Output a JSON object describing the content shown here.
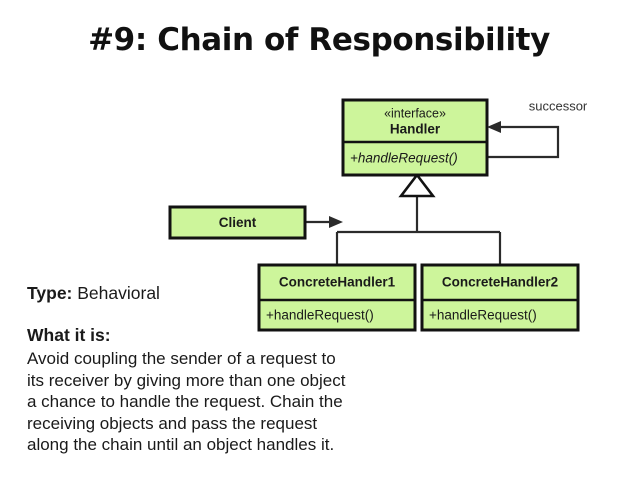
{
  "slide": {
    "title": "#9: Chain of Responsibility",
    "background_color": "#ffffff"
  },
  "diagram": {
    "type": "uml-class-diagram",
    "fill_color": "#cdf59b",
    "border_color": "#121212",
    "classes": [
      {
        "id": "client",
        "name": "Client",
        "stereotype": "",
        "operations": []
      },
      {
        "id": "handler",
        "stereotype": "«interface»",
        "name": "Handler",
        "operations": [
          "+handleRequest()"
        ]
      },
      {
        "id": "concrete-handler-1",
        "stereotype": "",
        "name": "ConcreteHandler1",
        "operations": [
          "+handleRequest()"
        ]
      },
      {
        "id": "concrete-handler-2",
        "stereotype": "",
        "name": "ConcreteHandler2",
        "operations": [
          "+handleRequest()"
        ]
      }
    ],
    "association_label": "successor"
  },
  "description": {
    "type_label": "Type:",
    "type_value": "Behavioral",
    "what_label": "What it is:",
    "what_lines": [
      "Avoid coupling the sender of a request to",
      "its receiver by giving more than one object",
      "a chance to handle the request. Chain the",
      "receiving objects and pass the request",
      "along the chain until an object handles it."
    ]
  }
}
